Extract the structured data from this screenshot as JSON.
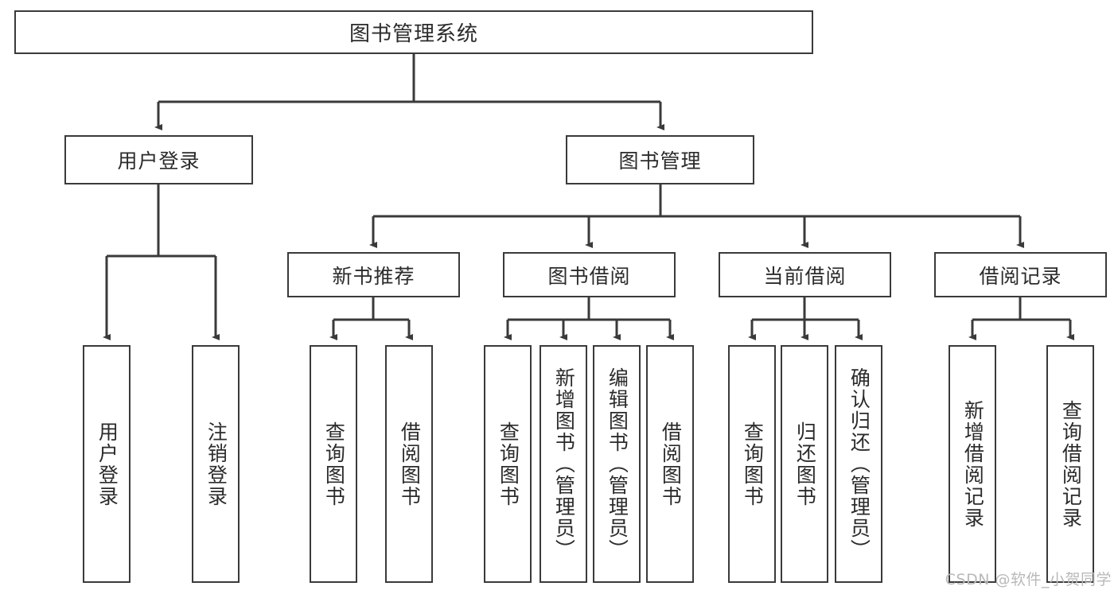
{
  "diagram": {
    "title": "图书管理系统",
    "watermark": "CSDN @软件_小贺同学",
    "colors": {
      "box_border": "#3a3a3a",
      "connector": "#3a3a3a",
      "background": "#ffffff",
      "text": "#2b2b2b",
      "watermark": "#b9b9b9"
    },
    "nodes": {
      "root": {
        "label": "图书管理系统"
      },
      "level2": [
        {
          "label": "用户登录"
        },
        {
          "label": "图书管理"
        }
      ],
      "level3": [
        {
          "label": "新书推荐"
        },
        {
          "label": "图书借阅"
        },
        {
          "label": "当前借阅"
        },
        {
          "label": "借阅记录"
        }
      ],
      "leaves_user_login": [
        {
          "label": "用户登录"
        },
        {
          "label": "注销登录"
        }
      ],
      "leaves_new_book": [
        {
          "label": "查询图书"
        },
        {
          "label": "借阅图书"
        }
      ],
      "leaves_borrow": [
        {
          "label": "查询图书"
        },
        {
          "label": "新增图书（管理员）"
        },
        {
          "label": "编辑图书（管理员）"
        },
        {
          "label": "借阅图书"
        }
      ],
      "leaves_current": [
        {
          "label": "查询图书"
        },
        {
          "label": "归还图书"
        },
        {
          "label": "确认归还（管理员）"
        }
      ],
      "leaves_records": [
        {
          "label": "新增借阅记录"
        },
        {
          "label": "查询借阅记录"
        }
      ]
    }
  }
}
